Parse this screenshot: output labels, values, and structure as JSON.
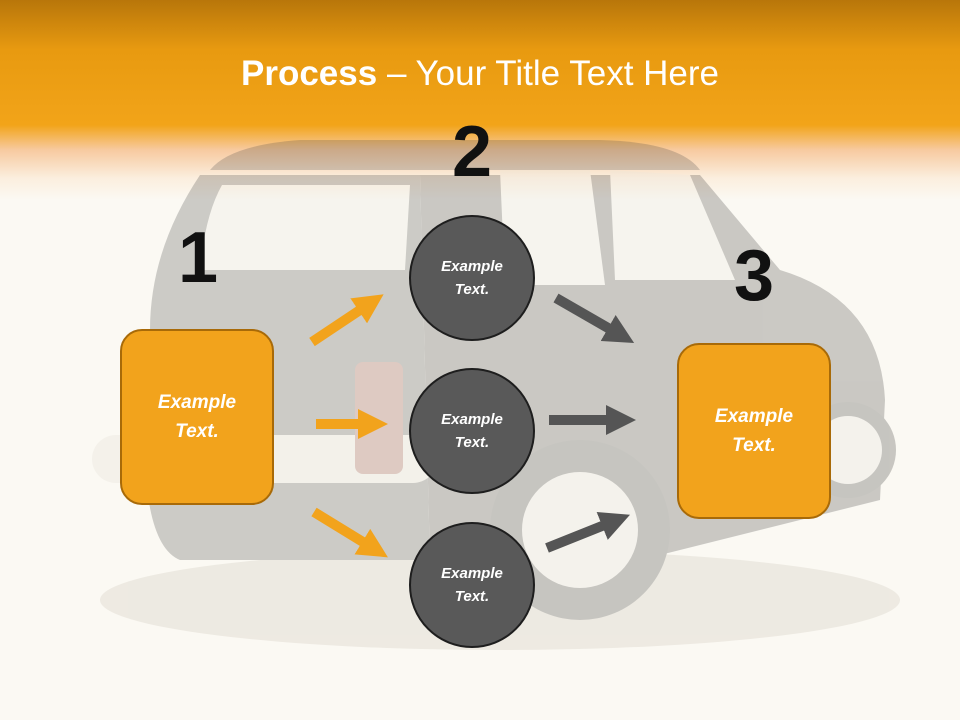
{
  "title": {
    "bold": "Process",
    "rest": " – Your Title Text Here"
  },
  "steps": {
    "one": "1",
    "two": "2",
    "three": "3"
  },
  "left_box": {
    "text": "Example Text."
  },
  "right_box": {
    "text": "Example Text."
  },
  "circles": [
    {
      "text": "Example Text."
    },
    {
      "text": "Example Text."
    },
    {
      "text": "Example Text."
    }
  ],
  "colors": {
    "accent_orange": "#f2a31c",
    "circle_gray": "#595959",
    "arrow_gray": "#555555"
  }
}
